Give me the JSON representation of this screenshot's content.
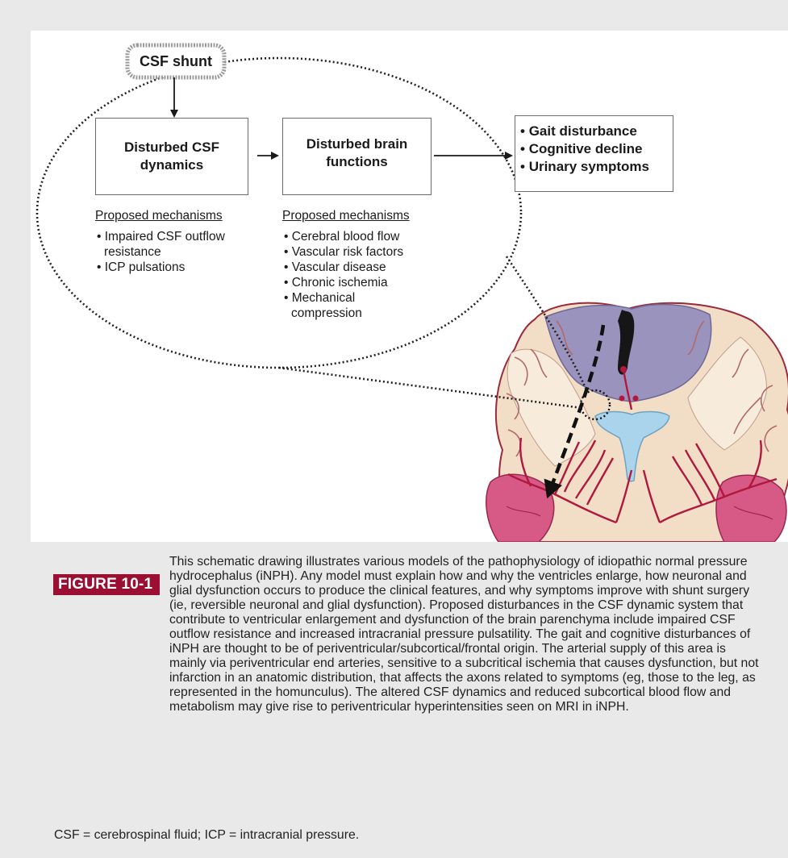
{
  "diagram": {
    "shunt": "CSF shunt",
    "box1": "Disturbed CSF dynamics",
    "box2": "Disturbed brain functions",
    "mechanisms1": {
      "heading": "Proposed mechanisms",
      "items": [
        "Impaired CSF outflow resistance",
        "ICP pulsations"
      ]
    },
    "mechanisms2": {
      "heading": "Proposed mechanisms",
      "items": [
        "Cerebral blood flow",
        "Vascular risk factors",
        "Vascular disease",
        "Chronic ischemia",
        "Mechanical compression"
      ]
    },
    "outcomes": [
      "Gait disturbance",
      "Cognitive decline",
      "Urinary symptoms"
    ]
  },
  "caption": {
    "label": "FIGURE 10-1",
    "body": "This schematic drawing illustrates various models of the pathophysiology of idiopathic normal pressure hydrocephalus (iNPH). Any model must explain how and why the ventricles enlarge, how neuronal and glial dysfunction occurs to produce the clinical features, and why symptoms improve with shunt surgery (ie, reversible neuronal and glial dysfunction). Proposed disturbances in the CSF dynamic system that contribute to ventricular enlargement and dysfunction of the brain parenchyma include impaired CSF outflow resistance and increased intracranial pressure pulsatility. The gait and cognitive disturbances of iNPH are thought to be of periventricular/subcortical/frontal origin. The arterial supply of this area is mainly via periventricular end arteries, sensitive to a subcritical ischemia that causes dysfunction, but not infarction in an anatomic distribution, that affects the axons related to symptoms (eg, those to the leg, as represented in the homunculus). The altered CSF dynamics and reduced subcortical blood flow and metabolism may give rise to periventricular hyperintensities seen on MRI in iNPH.",
    "abbreviations": "CSF = cerebrospinal fluid; ICP = intracranial pressure."
  },
  "colors": {
    "label_bg": "#9b1032",
    "artery": "#b0183e",
    "ventricle": "#a9d4ec",
    "cortex_purple": "#9a93bd",
    "temporal_pink": "#d75a86"
  }
}
